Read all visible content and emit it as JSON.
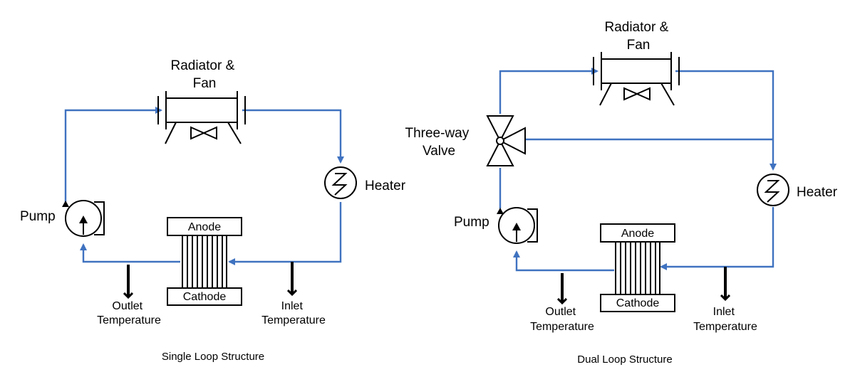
{
  "single": {
    "radiator_label": [
      "Radiator &",
      "Fan"
    ],
    "heater_label": "Heater",
    "pump_label": "Pump",
    "anode_label": "Anode",
    "cathode_label": "Cathode",
    "outlet_label": [
      "Outlet",
      "Temperature"
    ],
    "inlet_label": [
      "Inlet",
      "Temperature"
    ],
    "caption": "Single Loop Structure"
  },
  "dual": {
    "radiator_label": [
      "Radiator &",
      "Fan"
    ],
    "valve_label": [
      "Three-way",
      "Valve"
    ],
    "heater_label": "Heater",
    "pump_label": "Pump",
    "anode_label": "Anode",
    "cathode_label": "Cathode",
    "outlet_label": [
      "Outlet",
      "Temperature"
    ],
    "inlet_label": [
      "Inlet",
      "Temperature"
    ],
    "caption": "Dual Loop Structure"
  },
  "colors": {
    "flow": "#3f72c0",
    "component": "#000000"
  }
}
